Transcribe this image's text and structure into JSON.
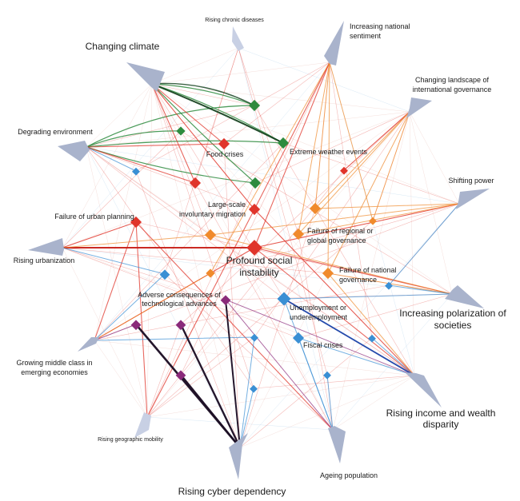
{
  "colors": {
    "trend": "#a9b3cc",
    "environmental": "#2e8b3e",
    "societal": "#e0352b",
    "geopolitical": "#f08a2c",
    "economic": "#3a8fd4",
    "technological": "#8a2a7a",
    "dark": "#1b0f24"
  },
  "trends": {
    "climate": "Changing climate",
    "chronic": "Rising chronic diseases",
    "sentiment_1": "Increasing national",
    "sentiment_2": "sentiment",
    "landscape_1": "Changing landscape of",
    "landscape_2": "international governance",
    "power": "Shifting power",
    "polarization_1": "Increasing polarization of",
    "polarization_2": "societies",
    "income_1": "Rising income and wealth",
    "income_2": "disparity",
    "ageing": "Ageing population",
    "cyber": "Rising cyber dependency",
    "mobility": "Rising geographic mobility",
    "middle_1": "Growing middle class in",
    "middle_2": "emerging economies",
    "urbanization": "Rising urbanization",
    "environment": "Degrading environment"
  },
  "risks": {
    "food": "Food crises",
    "weather": "Extreme weather events",
    "migration_1": "Large-scale",
    "migration_2": "involuntary migration",
    "regional_1": "Failure of regional or",
    "regional_2": "global governance",
    "urban": "Failure of urban planning",
    "instability_1": "Profound social",
    "instability_2": "instability",
    "national_1": "Failure of national",
    "national_2": "governance",
    "adverse_1": "Adverse consequences of",
    "adverse_2": "technological advances",
    "unemployment_1": "Unemployment or",
    "unemployment_2": "underemployment",
    "fiscal": "Fiscal crises"
  }
}
